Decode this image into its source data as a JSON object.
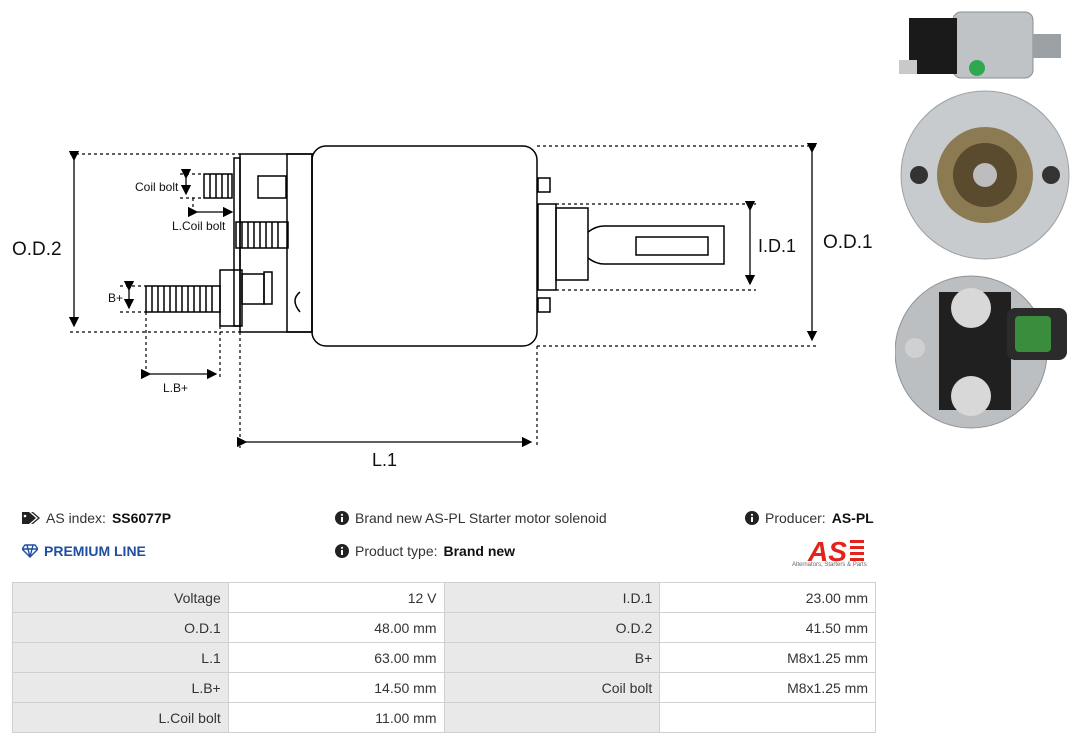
{
  "diagram": {
    "labels": {
      "od2": "O.D.2",
      "od1": "O.D.1",
      "id1": "I.D.1",
      "l1": "L.1",
      "coil_bolt": "Coil bolt",
      "l_coil_bolt": "L.Coil bolt",
      "b_plus": "B+",
      "l_b_plus": "L.B+"
    }
  },
  "info": {
    "as_index_label": "AS index:",
    "as_index_value": "SS6077P",
    "premium_line": "PREMIUM LINE",
    "description": "Brand new AS-PL Starter motor solenoid",
    "product_type_label": "Product type:",
    "product_type_value": "Brand new",
    "producer_label": "Producer:",
    "producer_value": "AS-PL"
  },
  "logo": {
    "text": "AS",
    "subtitle": "Alternators, Starters & Parts",
    "color": "#e2231a"
  },
  "specs": {
    "rows": [
      {
        "label1": "Voltage",
        "value1": "12 V",
        "label2": "I.D.1",
        "value2": "23.00 mm"
      },
      {
        "label1": "O.D.1",
        "value1": "48.00 mm",
        "label2": "O.D.2",
        "value2": "41.50 mm"
      },
      {
        "label1": "L.1",
        "value1": "63.00 mm",
        "label2": "B+",
        "value2": "M8x1.25 mm"
      },
      {
        "label1": "L.B+",
        "value1": "14.50 mm",
        "label2": "Coil bolt",
        "value2": "M8x1.25 mm"
      },
      {
        "label1": "L.Coil bolt",
        "value1": "11.00 mm",
        "label2": "",
        "value2": ""
      }
    ]
  },
  "colors": {
    "accent": "#1f4fa0",
    "brand_red": "#e2231a",
    "header_cell": "#e9e9e9"
  }
}
